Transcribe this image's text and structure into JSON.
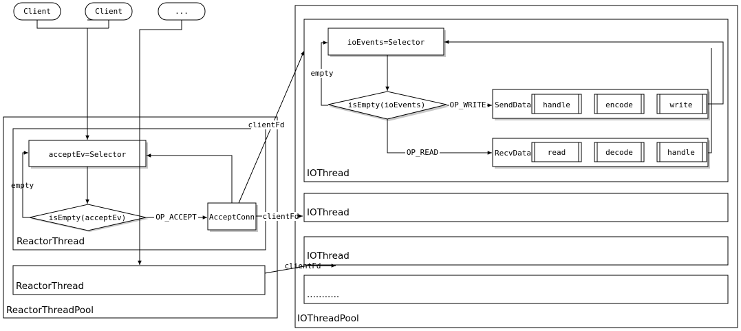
{
  "clients": [
    "Client",
    "Client",
    "..."
  ],
  "reactor_pool": {
    "label": "ReactorThreadPool",
    "thread1": {
      "label": "ReactorThread",
      "selector": "acceptEv=Selector",
      "decision": "isEmpty(acceptEv)",
      "empty_label": "empty",
      "accept_label": "OP_ACCEPT",
      "accept_conn": "AcceptConn"
    },
    "thread2": {
      "label": "ReactorThread"
    }
  },
  "client_fd": [
    "clientFd",
    "clientFd",
    "clientFd"
  ],
  "io_pool": {
    "label": "IOThreadPool",
    "thread1": {
      "label": "IOThread",
      "selector": "ioEvents=Selector",
      "decision": "isEmpty(ioEvents)",
      "empty_label": "empty",
      "write_label": "OP_WRITE",
      "read_label": "OP_READ",
      "send": {
        "label": "SendData",
        "steps": [
          "handle",
          "encode",
          "write"
        ]
      },
      "recv": {
        "label": "RecvData",
        "steps": [
          "read",
          "decode",
          "handle"
        ]
      }
    },
    "threads": [
      "IOThread",
      "IOThread",
      "..........."
    ]
  }
}
